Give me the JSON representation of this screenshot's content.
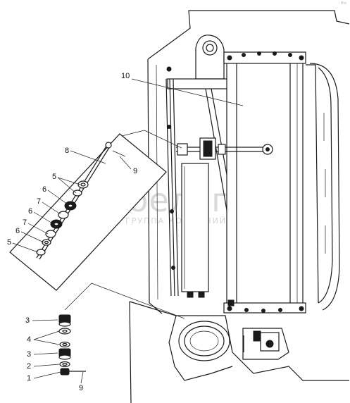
{
  "watermark": {
    "brand": "белагро",
    "subtitle": "ГРУППА КОМПАНИЙ"
  },
  "corner_mark": "Pro",
  "callouts": {
    "main": {
      "c10": "10"
    },
    "detail_panel": {
      "c8": "8",
      "c9": "9",
      "c5_top": "5",
      "c6_top": "6",
      "c7_top": "7",
      "c6_mid": "6",
      "c7_mid": "7",
      "c6_low": "6",
      "c5_low": "5"
    },
    "detail_bottom": {
      "c3_top": "3",
      "c4": "4",
      "c3_low": "3",
      "c2": "2",
      "c1": "1",
      "c9": "9"
    }
  },
  "colors": {
    "line": "#1a1a1a",
    "watermark": "#d9d9d9",
    "background": "#ffffff"
  }
}
